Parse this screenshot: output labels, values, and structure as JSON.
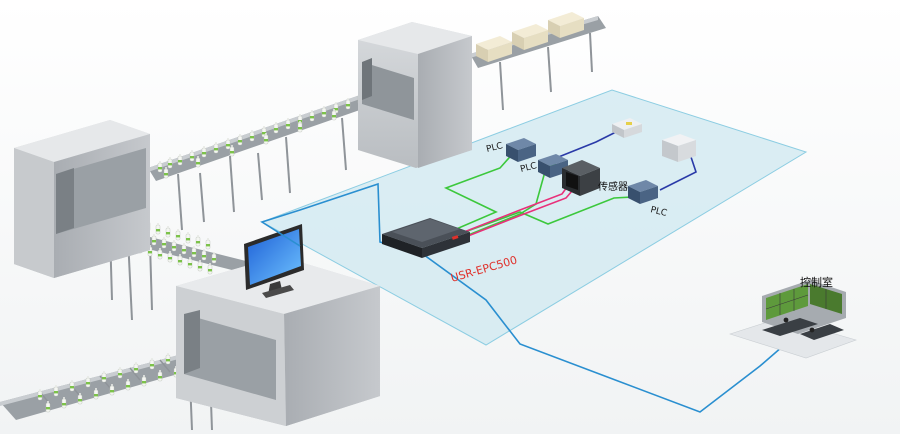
{
  "labels": {
    "plc_1": "PLC",
    "plc_2": "PLC",
    "plc_3": "PLC",
    "sensor": "传感器",
    "gateway": "USR-EPC500",
    "control_room": "控制室"
  },
  "colors": {
    "platform": "#cfe8f0",
    "platform_edge": "#7fc6dd",
    "line_blue": "#2a8fd0",
    "line_green": "#3cc83c",
    "line_magenta": "#e8307a",
    "line_navy": "#2a3aa8",
    "label_red": "#e0302a",
    "machine": "#d6d9dc",
    "conveyor": "#8a8f94"
  },
  "icons": [
    "plc-icon",
    "sensor-icon",
    "gateway-icon",
    "monitor-icon",
    "control-room-icon",
    "bottle-icon",
    "box-icon"
  ]
}
